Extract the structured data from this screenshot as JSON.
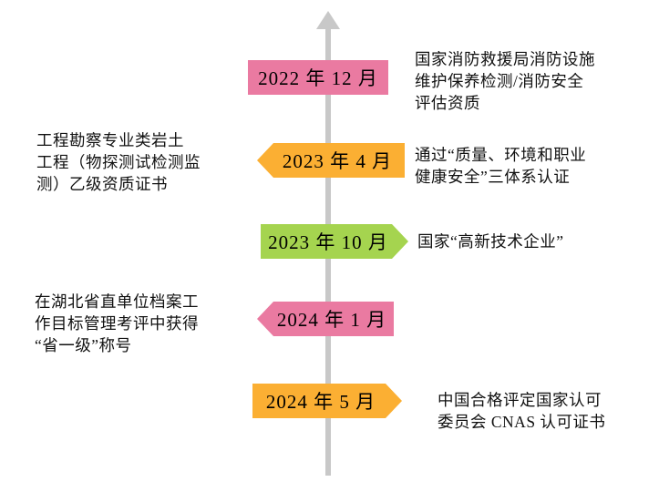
{
  "colors": {
    "pink": "#ea7aa1",
    "orange": "#fbaf33",
    "green": "#a5d44f",
    "line_gray": "#c8c8c8"
  },
  "timeline": {
    "items": [
      {
        "date": "2022 年 12 月",
        "color": "pink",
        "right_note": "国家消防救援局消防设施\n维护保养检测/消防安全\n评估资质"
      },
      {
        "date": "2023 年 4 月",
        "color": "orange",
        "left_note": "工程勘察专业类岩土\n工程（物探测试检测监\n测）乙级资质证书",
        "right_note": "通过“质量、环境和职业\n健康安全”三体系认证"
      },
      {
        "date": "2023 年 10 月",
        "color": "green",
        "right_note": "国家“高新技术企业”"
      },
      {
        "date": "2024 年 1 月",
        "color": "pink",
        "left_note": "在湖北省直单位档案工\n作目标管理考评中获得\n“省一级”称号"
      },
      {
        "date": "2024 年 5 月",
        "color": "orange",
        "right_note": "中国合格评定国家认可\n委员会 CNAS 认可证书"
      }
    ]
  }
}
